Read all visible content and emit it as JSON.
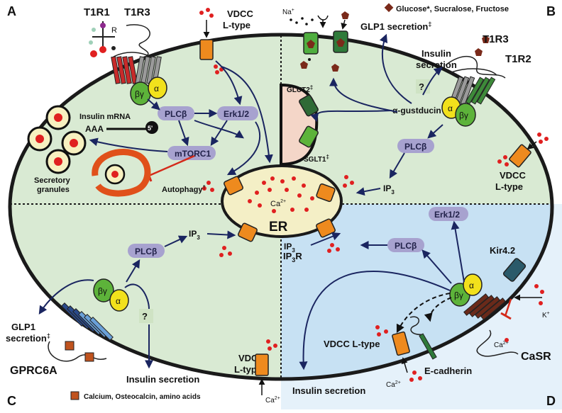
{
  "quadrants": {
    "a": "A",
    "b": "B",
    "c": "C",
    "d": "D"
  },
  "receptors": {
    "t1r1": "T1R1",
    "t1r3_a": "T1R3",
    "t1r3_b": "T1R3",
    "t1r2": "T1R2",
    "gprc6a": "GPRC6A",
    "casr": "CaSR",
    "kir42": "Kir4.2",
    "ligand_r": "R"
  },
  "gproteins": {
    "alpha": "α",
    "beta_gamma": "βγ",
    "alpha_gustducin": "α-gustducin"
  },
  "signaling": {
    "plcb": "PLCβ",
    "erk12": "Erk1/2",
    "mtorc1": "mTORC1",
    "ip3": "IP",
    "ip3_sub": "3",
    "ip3r": "IP",
    "ip3r_sub": "3",
    "ip3r_suffix": "R",
    "question": "?"
  },
  "organelles": {
    "er": "ER",
    "ca_in_er": "Ca",
    "ca_sup": "2+",
    "insulin_mrna": "Insulin mRNA",
    "aaa": "AAA",
    "five_prime": "5'",
    "secretory": "Secretory",
    "granules": "granules",
    "autophagy": "Autophagy",
    "autophagy_sup": "†"
  },
  "channels": {
    "vdcc": "VDCC",
    "ltype": "L-type",
    "vdcc_ltype": "VDCC L-type",
    "glut2": "GLUT2",
    "glut2_sup": "‡",
    "sglt1": "SGLT1",
    "sglt1_sup": "‡",
    "ecadherin": "E-cadherin"
  },
  "outputs": {
    "glp1_secretion": "GLP1 secretion",
    "glp1_sup": "‡",
    "glp1": "GLP1",
    "secretion": "secretion",
    "insulin": "Insulin",
    "insulin_secretion": "Insulin secretion"
  },
  "ions": {
    "na": "Na",
    "na_sup": "+",
    "k": "K",
    "k_sup": "+",
    "ca": "Ca",
    "ca_sup": "2+"
  },
  "legend": {
    "glucose": "Glucose*, Sucralose, Fructose",
    "calcium": "Calcium, Osteocalcin, amino acids"
  },
  "colors": {
    "cell_fill": "#d9ead3",
    "quadrant_d_fill": "#c7e1f3",
    "outside_d_fill": "#e5f1fa",
    "er_fill": "#f4efc6",
    "membrane": "#1a1a1a",
    "arrow": "#1a2560",
    "pill": "#a7a2cf",
    "ca_dot": "#e02020",
    "vdcc": "#ee8a1e",
    "inhibit": "#d42a1a",
    "gbg": "#5db33a",
    "galpha": "#f2e11c"
  }
}
